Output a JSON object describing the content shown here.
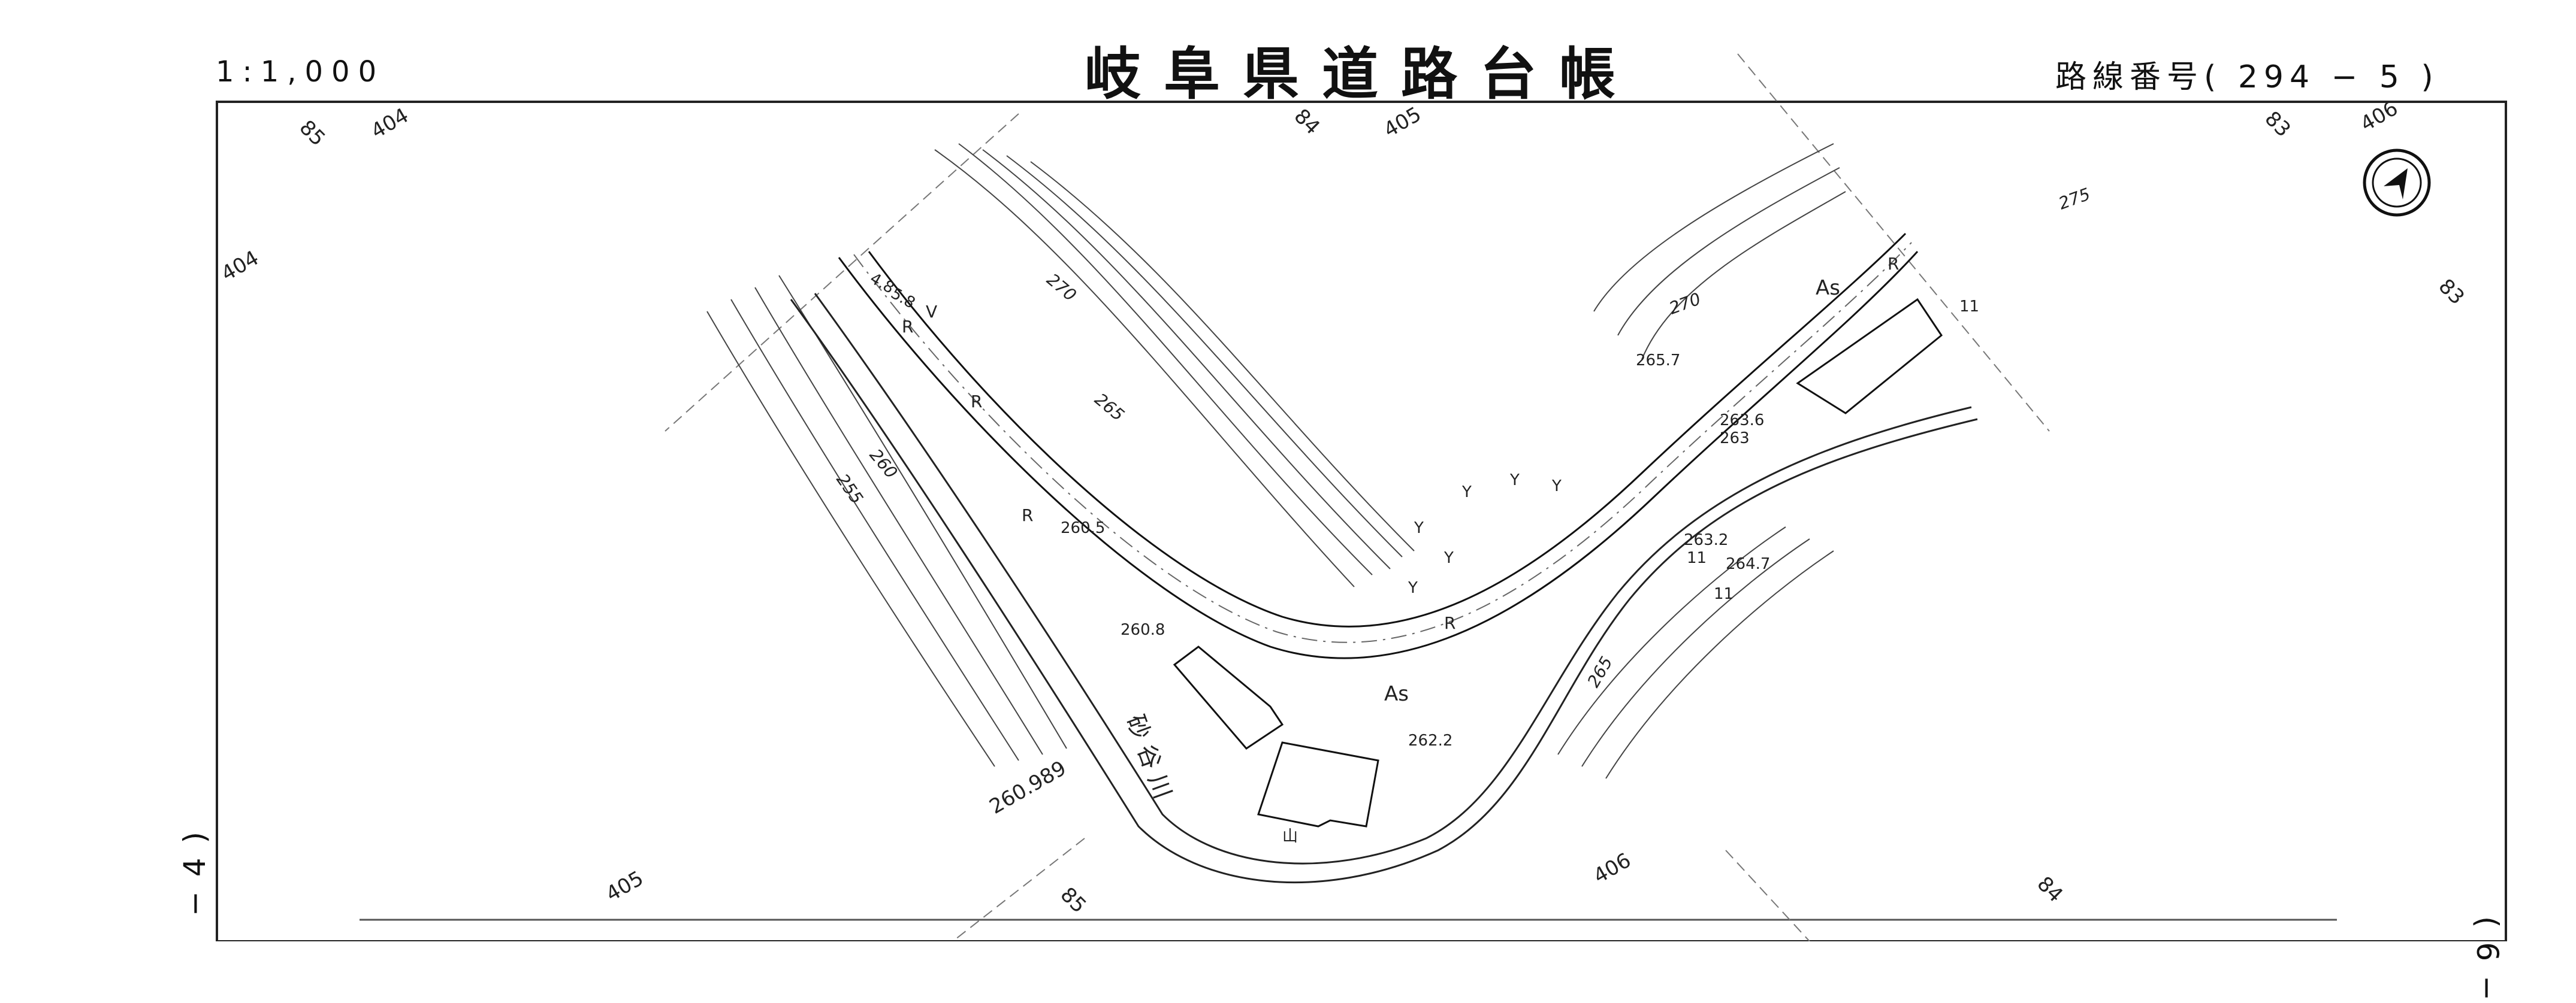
{
  "header": {
    "scale": "1:1,000",
    "title": "岐阜県道路台帳",
    "route_label": "路線番号",
    "route_open": "(",
    "route_value": "294 − 5",
    "route_close": ")"
  },
  "side": {
    "left": "− 4 )",
    "right": "( 6 −"
  },
  "grid_labels": {
    "top_85": "85",
    "top_404": "404",
    "top_84": "84",
    "top_405": "405",
    "top_83": "83",
    "top_406": "406",
    "left_404": "404",
    "right_83": "83",
    "bottom_405": "405",
    "bottom_85": "85",
    "bottom_406": "406",
    "bottom_84": "84"
  },
  "contours": {
    "c275": "275",
    "c270a": "270",
    "c270b": "270",
    "c265a": "265",
    "c265b": "265",
    "c260": "260",
    "c255": "255"
  },
  "spot_heights": {
    "h2657": "265.7",
    "h2636": "263.6",
    "h263": "263",
    "h2632": "263.2",
    "h2647": "264.7",
    "h2605": "260.5",
    "h2608": "260.8",
    "h2622": "262.2",
    "h260989": "260.989"
  },
  "annotations": {
    "pavement_top": "As",
    "pavement_mid": "As",
    "river": "砂 谷 川",
    "v1": "V",
    "r1": "R",
    "r2": "R",
    "r3": "R",
    "r4": "R",
    "r5": "R",
    "y1": "Y",
    "y2": "Y",
    "y3": "Y",
    "y4": "Y",
    "y5": "Y",
    "y6": "Y",
    "w48": "4.8",
    "w58": "5.8",
    "m11a": "11",
    "m11b": "11",
    "m11c": "11",
    "mountain": "山"
  },
  "colors": {
    "ink": "#111111",
    "line": "#333333",
    "paper": "#ffffff"
  },
  "icons": {
    "north": "north-arrow-icon"
  }
}
